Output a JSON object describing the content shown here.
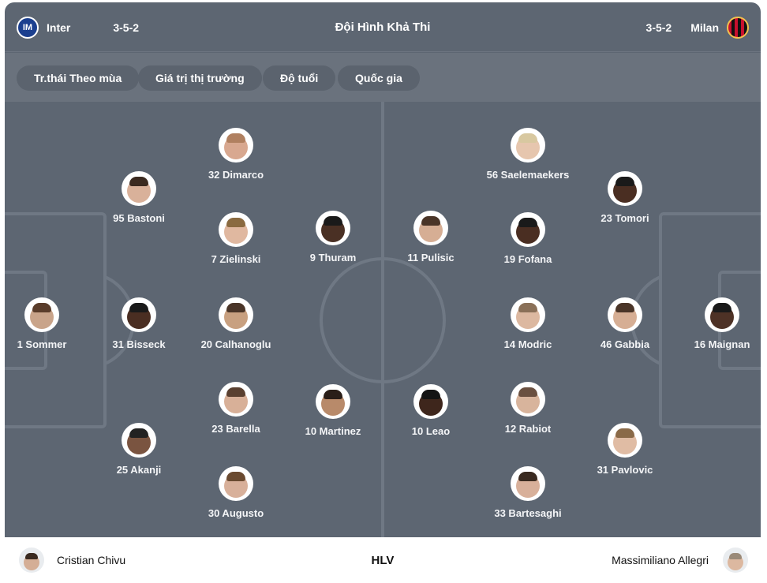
{
  "header": {
    "home_team": "Inter",
    "home_formation": "3-5-2",
    "title": "Đội Hình Khả Thi",
    "away_formation": "3-5-2",
    "away_team": "Milan",
    "home_crest_icon": "inter-crest-icon",
    "away_crest_icon": "milan-crest-icon"
  },
  "chips": [
    "Tr.thái Theo mùa",
    "Giá trị thị trường",
    "Độ tuổi",
    "Quốc gia"
  ],
  "home_players": [
    {
      "label": "1 Sommer",
      "skin": "#c9a48a",
      "hair": "#5a3d2b"
    },
    {
      "label": "95 Bastoni",
      "skin": "#d9b19a",
      "hair": "#3b2a20"
    },
    {
      "label": "31 Bisseck",
      "skin": "#4a2e22",
      "hair": "#1a1a1a"
    },
    {
      "label": "25 Akanji",
      "skin": "#7a5440",
      "hair": "#222222"
    },
    {
      "label": "32 Dimarco",
      "skin": "#d8a890",
      "hair": "#b08060"
    },
    {
      "label": "7 Zielinski",
      "skin": "#e0b8a0",
      "hair": "#8a6a40"
    },
    {
      "label": "20 Calhanoglu",
      "skin": "#c8a080",
      "hair": "#4a3528"
    },
    {
      "label": "23 Barella",
      "skin": "#d8b098",
      "hair": "#5a4030"
    },
    {
      "label": "30 Augusto",
      "skin": "#d8b09a",
      "hair": "#6a4a30"
    },
    {
      "label": "9 Thuram",
      "skin": "#4a3024",
      "hair": "#1a1a1a"
    },
    {
      "label": "10 Martinez",
      "skin": "#b88a6a",
      "hair": "#2a1e18"
    }
  ],
  "away_players": [
    {
      "label": "16 Maignan",
      "skin": "#4e3226",
      "hair": "#1a1a1a"
    },
    {
      "label": "23 Tomori",
      "skin": "#4a2e22",
      "hair": "#1a1a1a"
    },
    {
      "label": "46 Gabbia",
      "skin": "#d6ae94",
      "hair": "#4a3528"
    },
    {
      "label": "31 Pavlovic",
      "skin": "#e0bca4",
      "hair": "#8a6a48"
    },
    {
      "label": "56 Saelemaekers",
      "skin": "#e6c6ae",
      "hair": "#d8c8a0"
    },
    {
      "label": "19 Fofana",
      "skin": "#4a2e22",
      "hair": "#1a1a1a"
    },
    {
      "label": "14 Modric",
      "skin": "#dcb8a0",
      "hair": "#8a7058"
    },
    {
      "label": "12 Rabiot",
      "skin": "#d8b49c",
      "hair": "#6a5040"
    },
    {
      "label": "33 Bartesaghi",
      "skin": "#d8b09a",
      "hair": "#3a2a20"
    },
    {
      "label": "11 Pulisic",
      "skin": "#d6ae94",
      "hair": "#4a3528"
    },
    {
      "label": "10 Leao",
      "skin": "#3e261c",
      "hair": "#141414"
    }
  ],
  "coaches": {
    "home_name": "Cristian Chivu",
    "label": "HLV",
    "away_name": "Massimiliano Allegri"
  },
  "colors": {
    "pitch": "#5d6672",
    "chip_bar": "#6a727d",
    "chip": "#5b636e",
    "lines": "#6f7884"
  }
}
